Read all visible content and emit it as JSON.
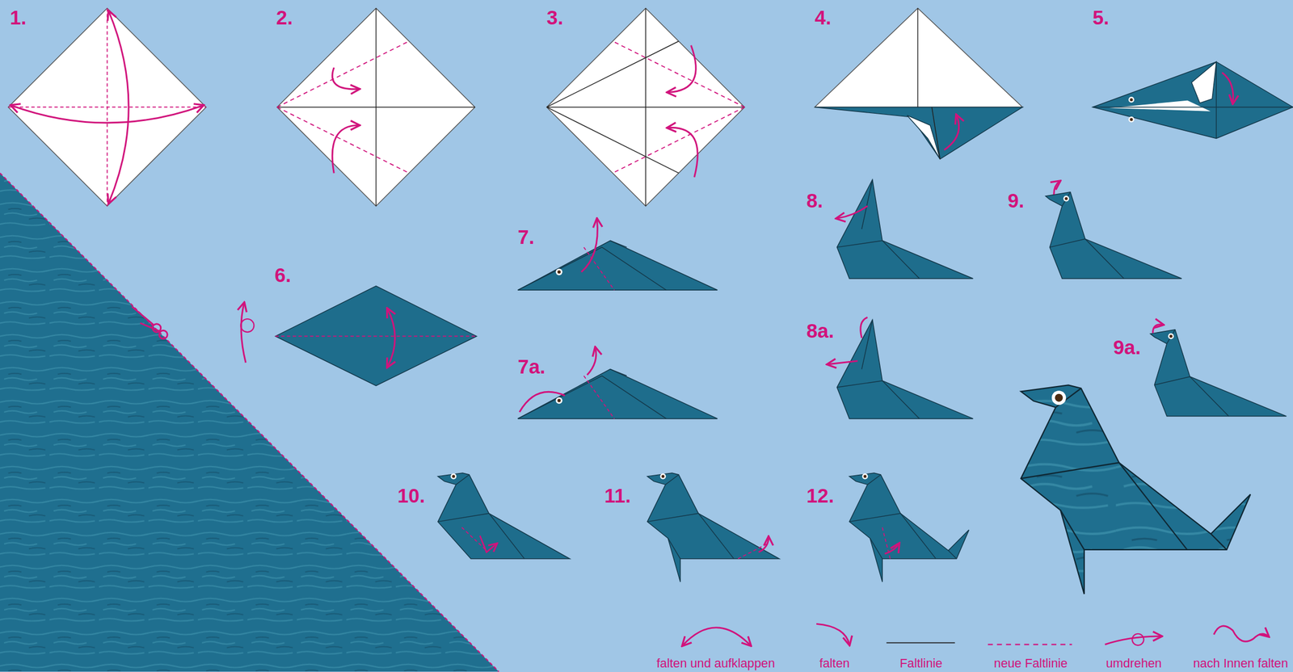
{
  "diagram": {
    "labels": [
      "1.",
      "2.",
      "3.",
      "4.",
      "5.",
      "6.",
      "7.",
      "7a.",
      "8.",
      "8a.",
      "9.",
      "9a.",
      "10.",
      "11.",
      "12."
    ],
    "legend": [
      {
        "text": "falten und aufklappen"
      },
      {
        "text": "falten"
      },
      {
        "text": "Faltlinie"
      },
      {
        "text": "neue Faltlinie"
      },
      {
        "text": "umdrehen"
      },
      {
        "text": "nach Innen falten"
      }
    ]
  }
}
